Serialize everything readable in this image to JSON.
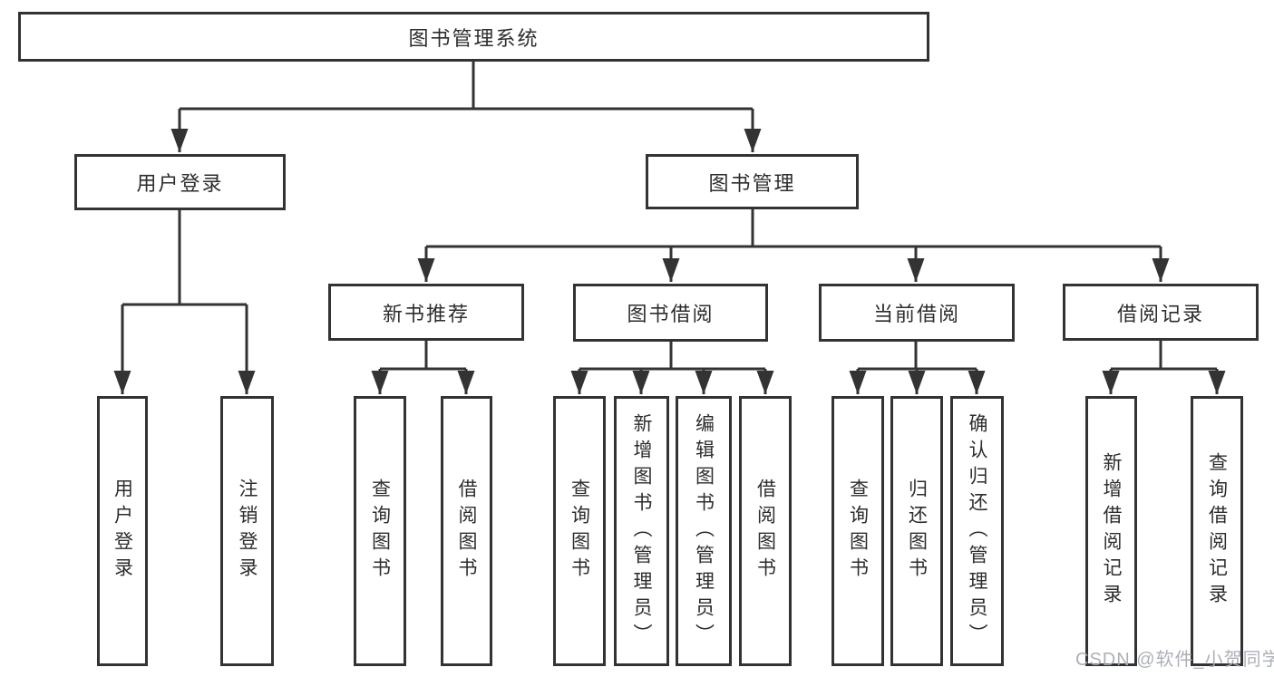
{
  "tree": {
    "root": "图书管理系统",
    "children": [
      {
        "label": "用户登录",
        "children": [
          "用户登录",
          "注销登录"
        ]
      },
      {
        "label": "图书管理",
        "children": [
          {
            "label": "新书推荐",
            "children": [
              "查询图书",
              "借阅图书"
            ]
          },
          {
            "label": "图书借阅",
            "children": [
              "查询图书",
              "新增图书（管理员）",
              "编辑图书（管理员）",
              "借阅图书"
            ]
          },
          {
            "label": "当前借阅",
            "children": [
              "查询图书",
              "归还图书",
              "确认归还（管理员）"
            ]
          },
          {
            "label": "借阅记录",
            "children": [
              "新增借阅记录",
              "查询借阅记录"
            ]
          }
        ]
      }
    ]
  },
  "watermark": {
    "text": "CSDN @软件_小贺同学"
  },
  "colors": {
    "line": "#333333",
    "text": "#2d2d2d",
    "background": "#ffffff",
    "watermark": "#a8acb4"
  }
}
